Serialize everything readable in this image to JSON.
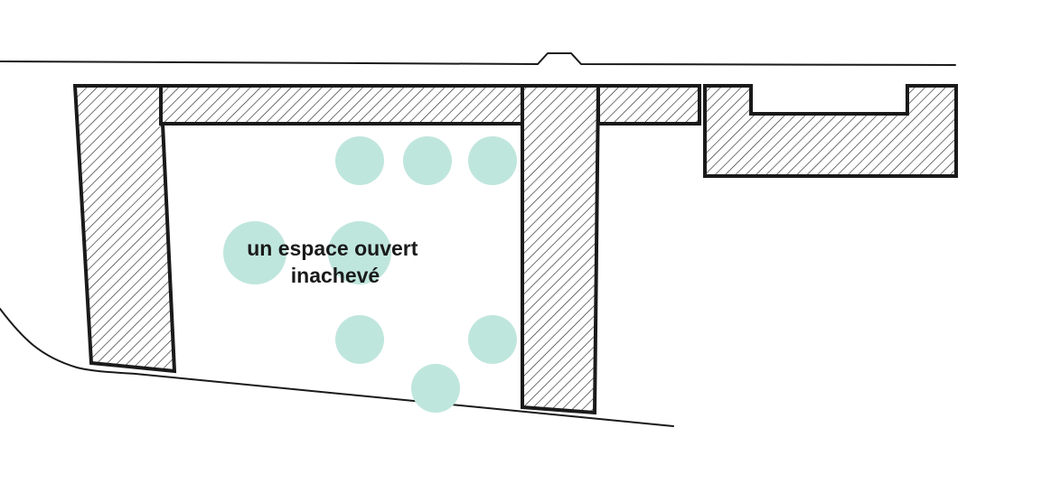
{
  "label": {
    "line1": "un espace ouvert",
    "line2": "inachevé"
  },
  "colors": {
    "tree": "#bfe6dd",
    "outline": "#1a1a1a",
    "hatch": "#2a2a2a"
  },
  "legend": {
    "buildings": "hatched-building-blocks",
    "trees": "tree-canopy-circles"
  }
}
